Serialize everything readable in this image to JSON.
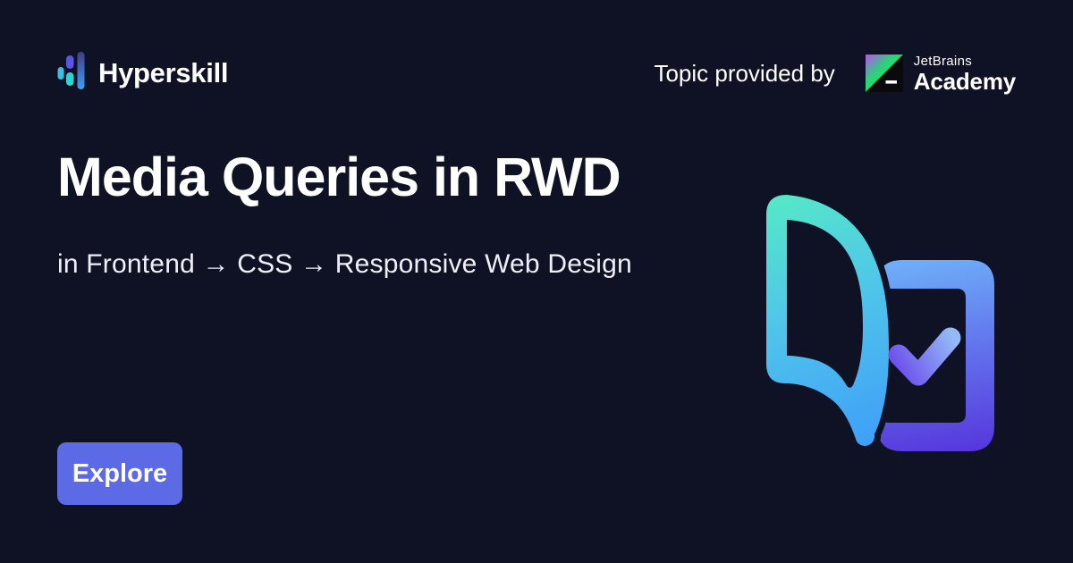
{
  "header": {
    "brand_name": "Hyperskill",
    "provided_by_label": "Topic provided by",
    "partner_name_line1": "JetBrains",
    "partner_name_line2": "Academy"
  },
  "content": {
    "title": "Media Queries in RWD",
    "breadcrumb": "in Frontend → CSS → Responsive Web Design",
    "explore_button_label": "Explore"
  },
  "icons": {
    "brand_icon": "hyperskill-bars-icon",
    "partner_icon": "jetbrains-mark-icon",
    "illustration": "book-with-checkmark-illustration"
  },
  "colors": {
    "background": "#0F1124",
    "button_bg": "#5C6AE5",
    "title_text": "#FFFFFF",
    "breadcrumb_text": "#EDF0F6",
    "brand_bars": [
      "#39BFE3",
      "#5B55E6",
      "#2FD3D4"
    ],
    "brand_bar_gradient": [
      "#3F3C86",
      "#3E9FF6"
    ],
    "jetbrains_gradient": [
      "#BA4EF5",
      "#25D873"
    ],
    "page_gradient": [
      "#55E9C7",
      "#4FC4EB",
      "#3E9CF8"
    ],
    "tablet_gradient": [
      "#6FB0F9",
      "#6272EC",
      "#5636DC"
    ],
    "check_gradient": [
      "#6C4BEB",
      "#93BAF6"
    ]
  }
}
